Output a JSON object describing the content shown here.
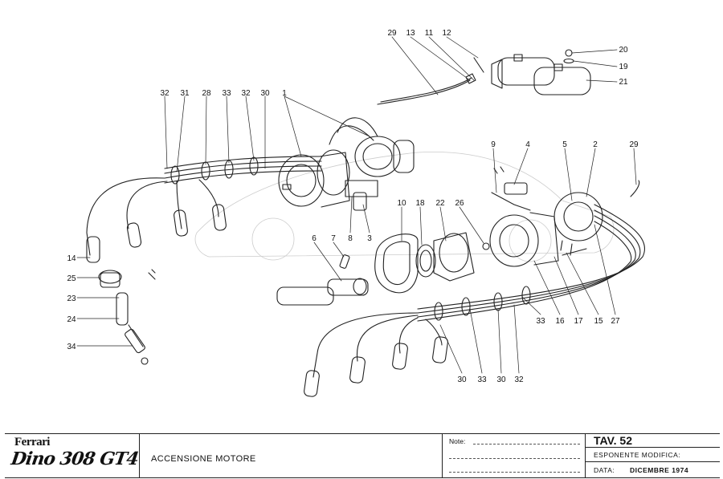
{
  "callouts": {
    "c29a": "29",
    "c13": "13",
    "c11": "11",
    "c12": "12",
    "c20": "20",
    "c19": "19",
    "c21": "21",
    "c32a": "32",
    "c31": "31",
    "c28": "28",
    "c33a": "33",
    "c32b": "32",
    "c30a": "30",
    "c1": "1",
    "c9": "9",
    "c4": "4",
    "c5": "5",
    "c2": "2",
    "c29b": "29",
    "c8": "8",
    "c3": "3",
    "c10": "10",
    "c18": "18",
    "c22": "22",
    "c26": "26",
    "c6": "6",
    "c7": "7",
    "c14": "14",
    "c25": "25",
    "c23": "23",
    "c24": "24",
    "c34": "34",
    "c33b": "33",
    "c16": "16",
    "c17": "17",
    "c15": "15",
    "c27": "27",
    "c30b": "30",
    "c33c": "33",
    "c30c": "30",
    "c32c": "32"
  },
  "titleblock": {
    "brand": "Ferrari",
    "model": "Dino 308 GT4",
    "description": "ACCENSIONE MOTORE",
    "notes_label": "Note:",
    "tav": "TAV. 52",
    "esponente": "ESPONENTE MODIFICA:",
    "data_label": "DATA:",
    "data_value": "DICEMBRE 1974"
  }
}
